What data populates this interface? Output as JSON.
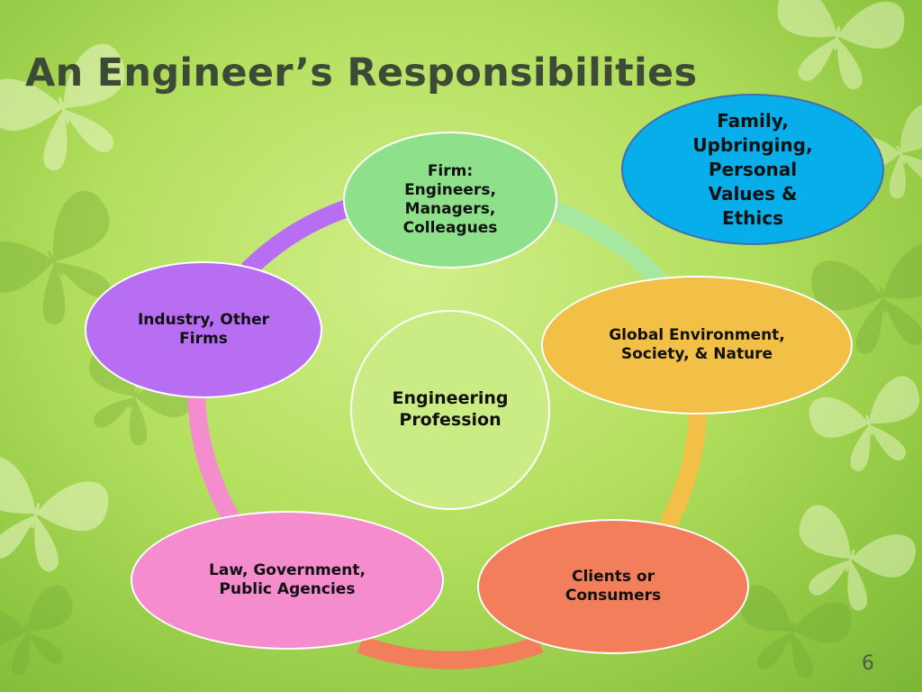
{
  "slide": {
    "title": "An Engineer’s Responsibilities",
    "page_number": "6"
  },
  "diagram": {
    "center": "Engineering\nProfession",
    "nodes": {
      "firm": "Firm:\nEngineers,\nManagers,\nColleagues",
      "global": "Global Environment,\nSociety, & Nature",
      "clients": "Clients or\nConsumers",
      "law": "Law, Government,\nPublic Agencies",
      "industry": "Industry, Other\nFirms"
    },
    "callout": "Family,\nUpbringing,\nPersonal\nValues &\nEthics"
  },
  "colors": {
    "firm": "#8fe08a",
    "global": "#f2bf47",
    "clients": "#f37e5b",
    "law": "#f48ccd",
    "industry": "#b76ef3",
    "center": "#cbec84",
    "callout": "#07aeea"
  }
}
